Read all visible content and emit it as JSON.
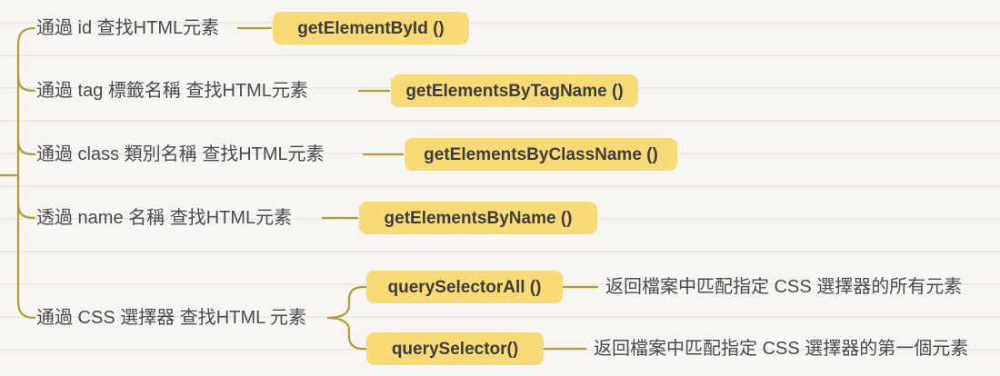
{
  "diagram": {
    "type": "mindmap",
    "topic": "finding HTML elements (DOM selection methods)",
    "colors": {
      "connector_line": "#b19c36",
      "method_box_background": "#f8db76",
      "method_box_text": "#3d3d3d",
      "label_text": "#4b4b4b",
      "paper_background": "#f7f6f2",
      "paper_rule_line": "#eceae3"
    },
    "branches": [
      {
        "label": "通過 id 查找HTML元素",
        "method": "getElementById ()"
      },
      {
        "label": "通過 tag 標籤名稱 查找HTML元素",
        "method": "getElementsByTagName ()"
      },
      {
        "label": "通過 class 類別名稱 查找HTML元素",
        "method": "getElementsByClassName ()"
      },
      {
        "label": "透過 name 名稱 查找HTML元素",
        "method": "getElementsByName ()"
      },
      {
        "label": "通過 CSS 選擇器 查找HTML 元素",
        "children": [
          {
            "method": "querySelectorAll ()",
            "description": "返回檔案中匹配指定 CSS 選擇器的所有元素"
          },
          {
            "method": "querySelector()",
            "description": "返回檔案中匹配指定 CSS 選擇器的第一個元素"
          }
        ]
      }
    ]
  }
}
